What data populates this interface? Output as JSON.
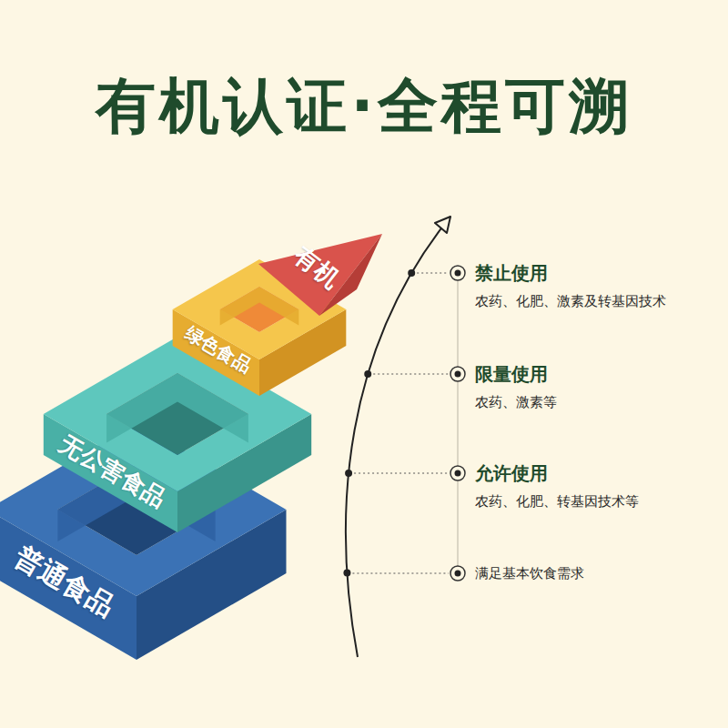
{
  "diagram": {
    "title": "有机认证·全程可溯",
    "nodes": [
      {
        "text": [
          "有机"
        ]
      },
      {
        "text": [
          "绿色食品"
        ]
      },
      {
        "text": [
          "无公害食品"
        ]
      },
      {
        "text": [
          "普通食品"
        ]
      }
    ],
    "labels": [
      "禁止使用",
      "农药、化肥、激素及转基因技术",
      "限量使用",
      "农药、激素等",
      "允许使用",
      "农药、化肥、转基因技术等",
      "满足基本饮食需求"
    ]
  }
}
